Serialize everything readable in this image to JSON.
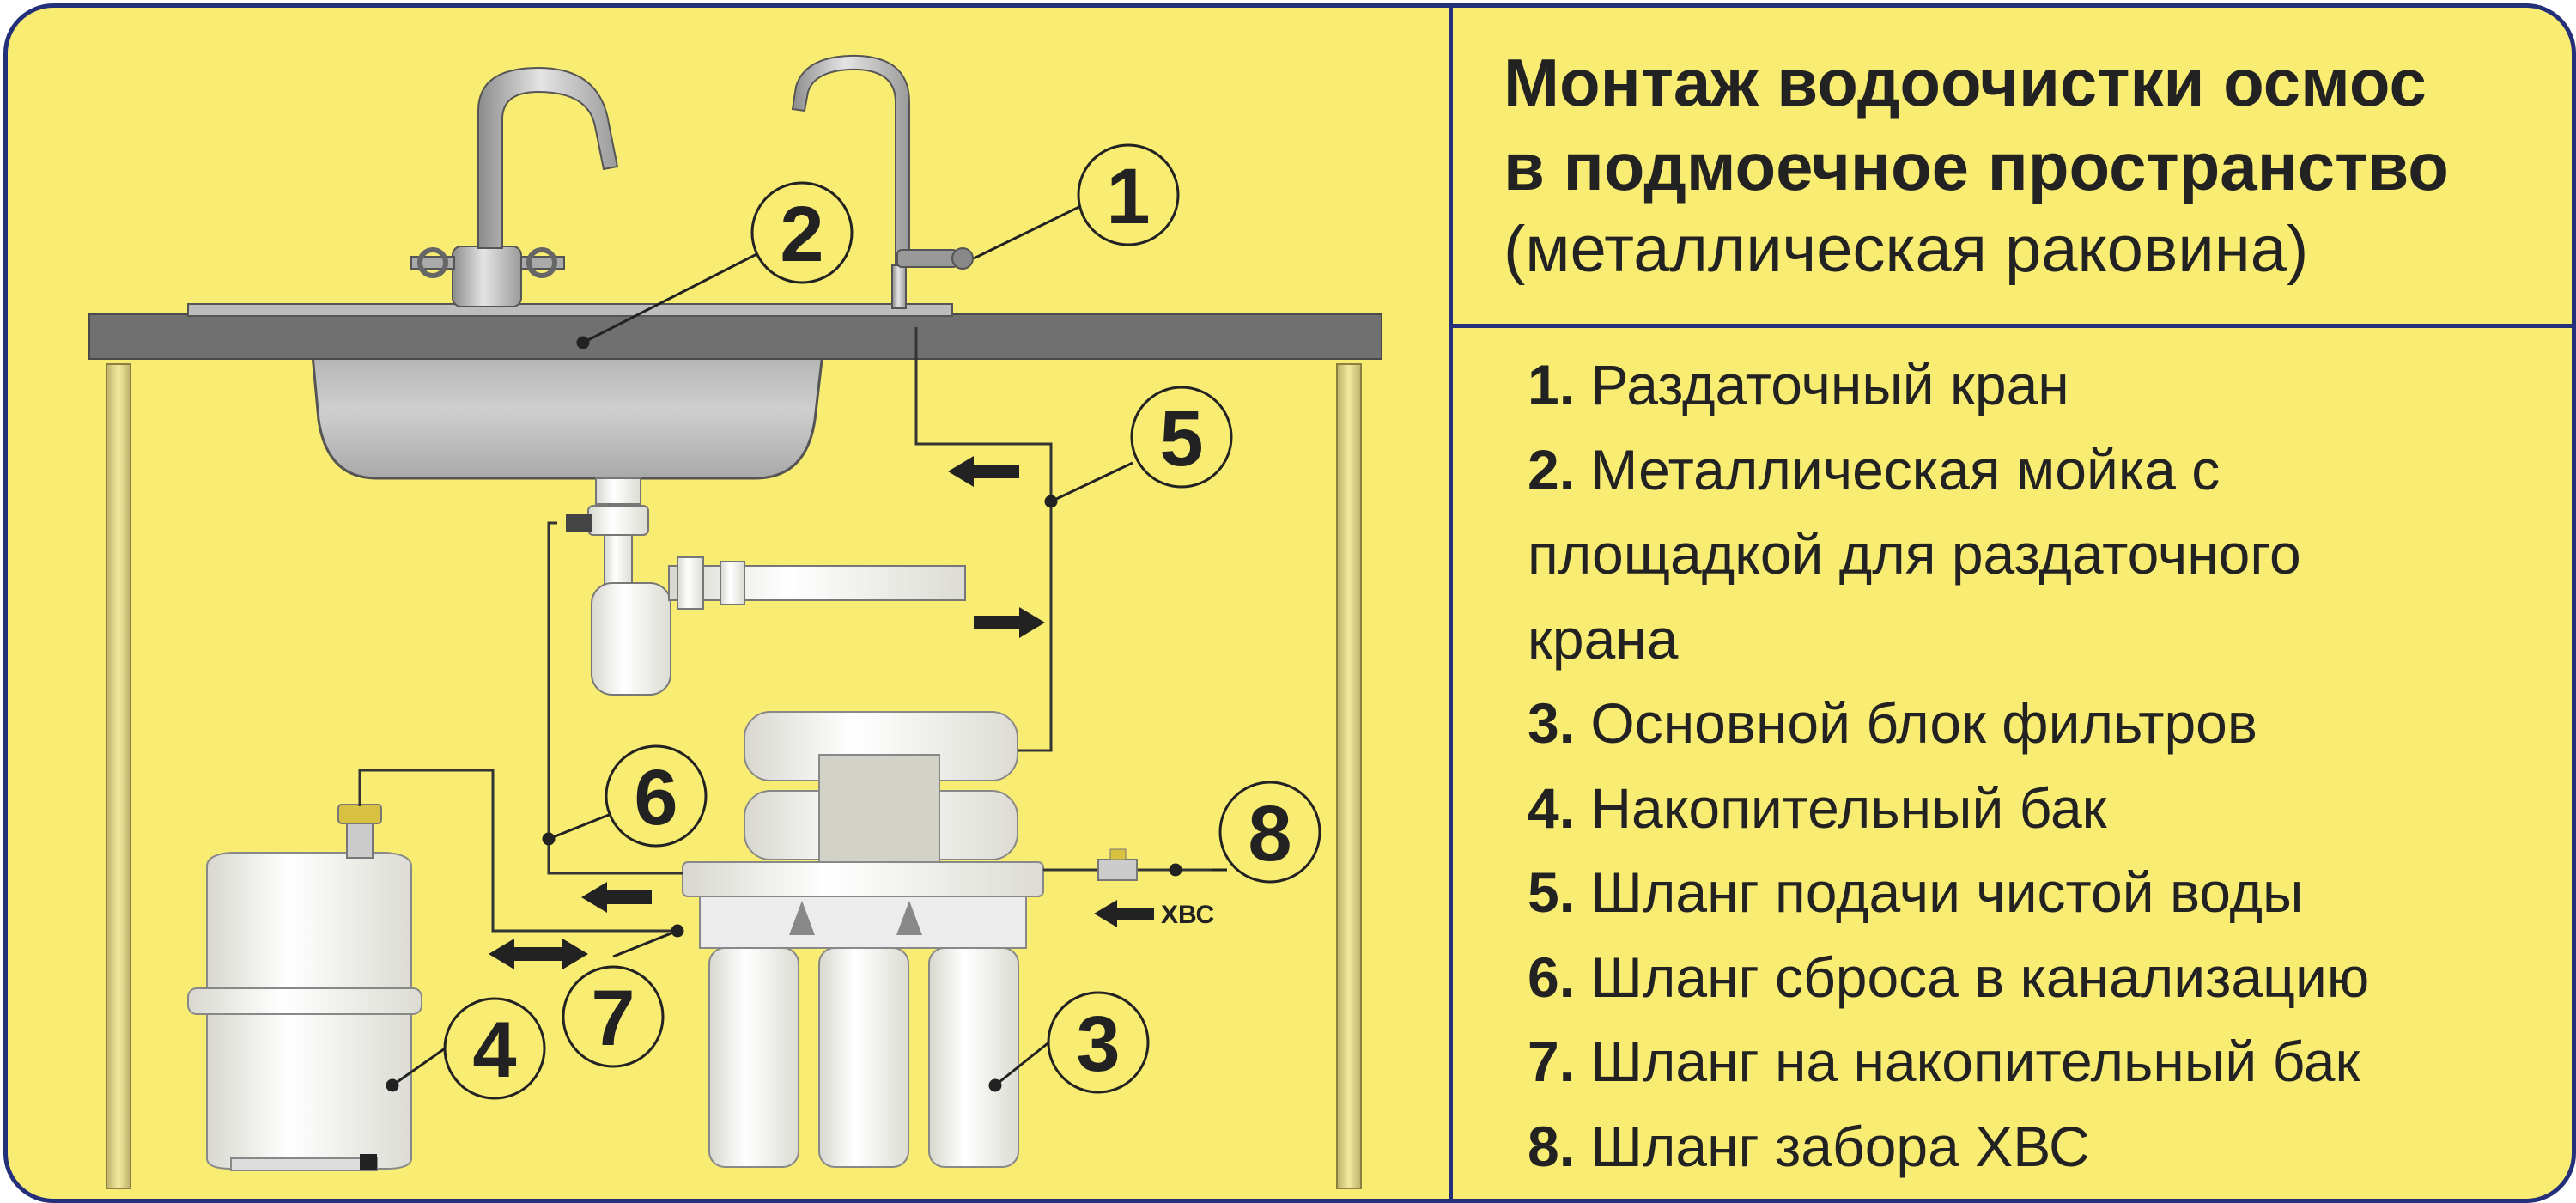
{
  "title_lines": [
    "Монтаж водоочистки осмос",
    "в подмоечное пространство"
  ],
  "subtitle": "(металлическая раковина)",
  "legend": [
    {
      "num": "1.",
      "lines": [
        "Раздаточный кран"
      ]
    },
    {
      "num": "2.",
      "lines": [
        "Металлическая мойка с",
        "площадкой для раздаточного",
        "крана"
      ]
    },
    {
      "num": "3.",
      "lines": [
        "Основной блок фильтров"
      ]
    },
    {
      "num": "4.",
      "lines": [
        "Накопительный  бак"
      ]
    },
    {
      "num": "5.",
      "lines": [
        "Шланг подачи чистой воды"
      ]
    },
    {
      "num": "6.",
      "lines": [
        "Шланг сброса в канализацию"
      ]
    },
    {
      "num": "7.",
      "lines": [
        "Шланг на накопительный бак"
      ]
    },
    {
      "num": "8.",
      "lines": [
        "Шланг забора ХВС"
      ]
    }
  ],
  "callouts": [
    "1",
    "2",
    "3",
    "4",
    "5",
    "6",
    "7",
    "8"
  ],
  "inlet_label": "ХВС",
  "colors": {
    "background": "#f9ec73",
    "border": "#24307a",
    "text": "#222222",
    "countertop": "#707070",
    "hose": "#333333"
  }
}
